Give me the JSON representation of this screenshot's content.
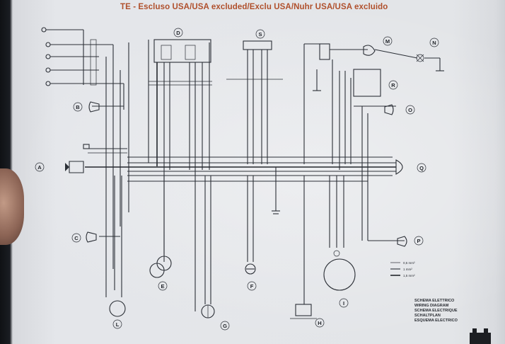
{
  "title": "TE - Escluso USA/USA excluded/Exclu USA/Nuhr USA/USA excluido",
  "components": {
    "A": "A",
    "B": "B",
    "C": "C",
    "D": "D",
    "E": "E",
    "F": "F",
    "G": "G",
    "H": "H",
    "I": "I",
    "L": "L",
    "M": "M",
    "N": "N",
    "O": "O",
    "P": "P",
    "Q": "Q",
    "R": "R",
    "S": "S"
  },
  "caption": [
    "SCHEMA ELETTRICO",
    "WIRING DIAGRAM",
    "SCHEMA ELECTRIQUE",
    "SCHALTPLAN",
    "ESQUEMA ELECTRICO"
  ],
  "legend": [
    "0,5 mm²",
    "1 mm²",
    "1,5 mm²"
  ]
}
